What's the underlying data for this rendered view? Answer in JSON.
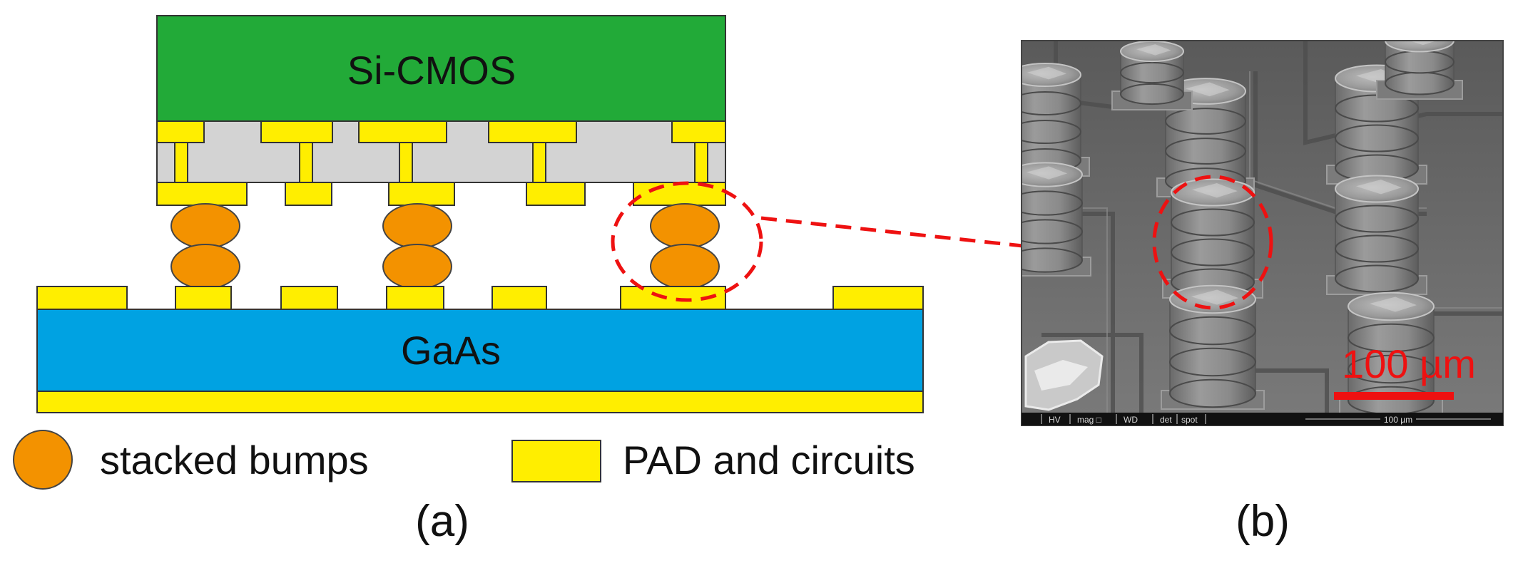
{
  "diagram": {
    "top_chip_label": "Si-CMOS",
    "substrate_label": "GaAs",
    "legend": {
      "bumps_label": "stacked bumps",
      "pad_label": "PAD and circuits"
    },
    "caption_a": "(a)",
    "caption_b": "(b)"
  },
  "sem": {
    "scale_label": "100 µm",
    "info_bar": {
      "hv": "HV",
      "mag": "mag □",
      "wd": "WD",
      "det": "det",
      "spot": "spot",
      "scale": "100 µm"
    }
  },
  "colors": {
    "si_cmos": "#22aa38",
    "gaas": "#00a2e2",
    "pad": "#ffee00",
    "bump": "#f39200",
    "dielectric": "#d3d3d3",
    "highlight": "#ee1111",
    "sem_background": "#6f6f6f"
  }
}
